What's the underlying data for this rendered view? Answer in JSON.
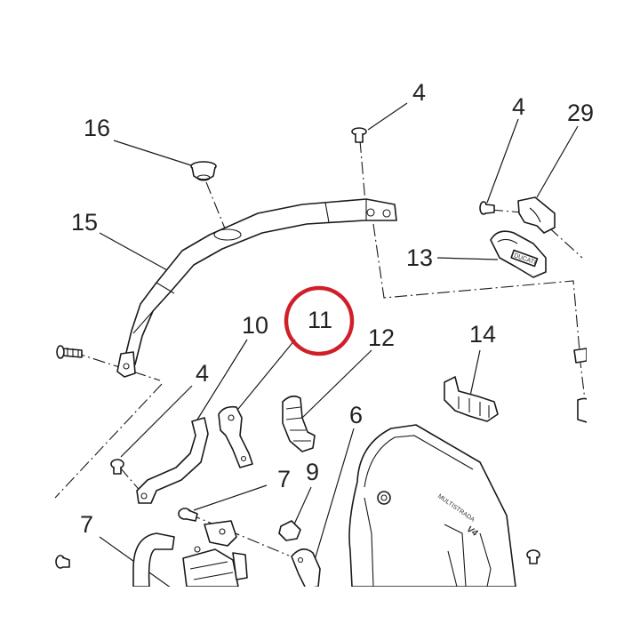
{
  "diagram": {
    "highlight_color": "#d11f2a",
    "callouts": {
      "c16": "16",
      "c15": "15",
      "c4_top": "4",
      "c4_right": "4",
      "c29": "29",
      "c13": "13",
      "c10": "10",
      "c11": "11",
      "c12": "12",
      "c14": "14",
      "c4_mid": "4",
      "c6": "6",
      "c7_mid": "7",
      "c9": "9",
      "c7_left": "7"
    },
    "cover_text": "MULTISTRADA",
    "cover_badge": "V4",
    "label_text": "DUCATI"
  }
}
